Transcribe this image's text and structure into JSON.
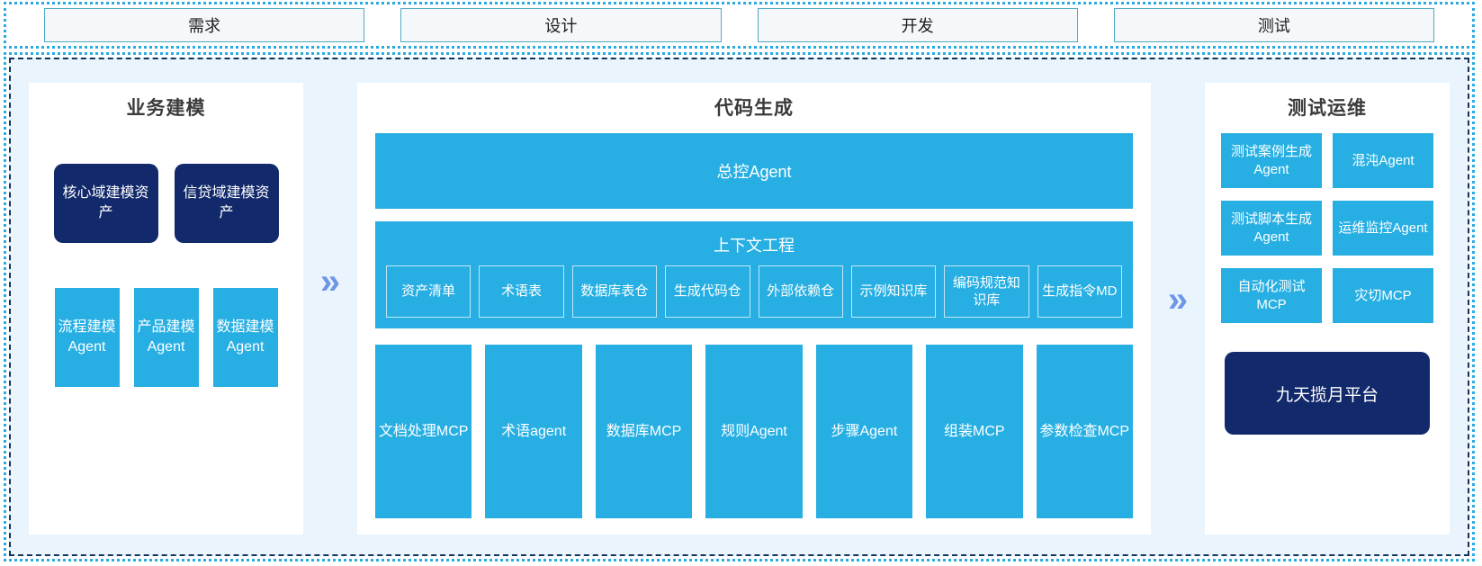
{
  "phases": {
    "items": [
      {
        "label": "需求"
      },
      {
        "label": "设计"
      },
      {
        "label": "开发"
      },
      {
        "label": "测试"
      }
    ]
  },
  "arrows": {
    "left": "»",
    "right": "»"
  },
  "business_modeling": {
    "title": "业务建模",
    "assets": [
      {
        "label": "核心域建模资产"
      },
      {
        "label": "信贷域建模资产"
      }
    ],
    "agents": [
      {
        "label": "流程建模Agent"
      },
      {
        "label": "产品建模Agent"
      },
      {
        "label": "数据建模Agent"
      }
    ]
  },
  "code_generation": {
    "title": "代码生成",
    "master_agent": "总控Agent",
    "context_engineering": {
      "title": "上下文工程",
      "items": [
        {
          "label": "资产清单"
        },
        {
          "label": "术语表"
        },
        {
          "label": "数据库表仓"
        },
        {
          "label": "生成代码仓"
        },
        {
          "label": "外部依赖仓"
        },
        {
          "label": "示例知识库"
        },
        {
          "label": "编码规范知识库"
        },
        {
          "label": "生成指令MD"
        }
      ]
    },
    "tools": [
      {
        "label": "文档处理MCP"
      },
      {
        "label": "术语agent"
      },
      {
        "label": "数据库MCP"
      },
      {
        "label": "规则Agent"
      },
      {
        "label": "步骤Agent"
      },
      {
        "label": "组装MCP"
      },
      {
        "label": "参数检查MCP"
      }
    ]
  },
  "test_ops": {
    "title": "测试运维",
    "items": [
      {
        "label": "测试案例生成Agent"
      },
      {
        "label": "混沌Agent"
      },
      {
        "label": "测试脚本生成Agent"
      },
      {
        "label": "运维监控Agent"
      },
      {
        "label": "自动化测试MCP"
      },
      {
        "label": "灾切MCP"
      }
    ],
    "platform": "九天揽月平台"
  },
  "colors": {
    "accent_cyan": "#27AFE3",
    "deep_navy": "#12296B",
    "arrow_blue": "#6D95E8",
    "canvas_bg": "#E9F4FC",
    "dashed_border": "#29ABE2"
  }
}
